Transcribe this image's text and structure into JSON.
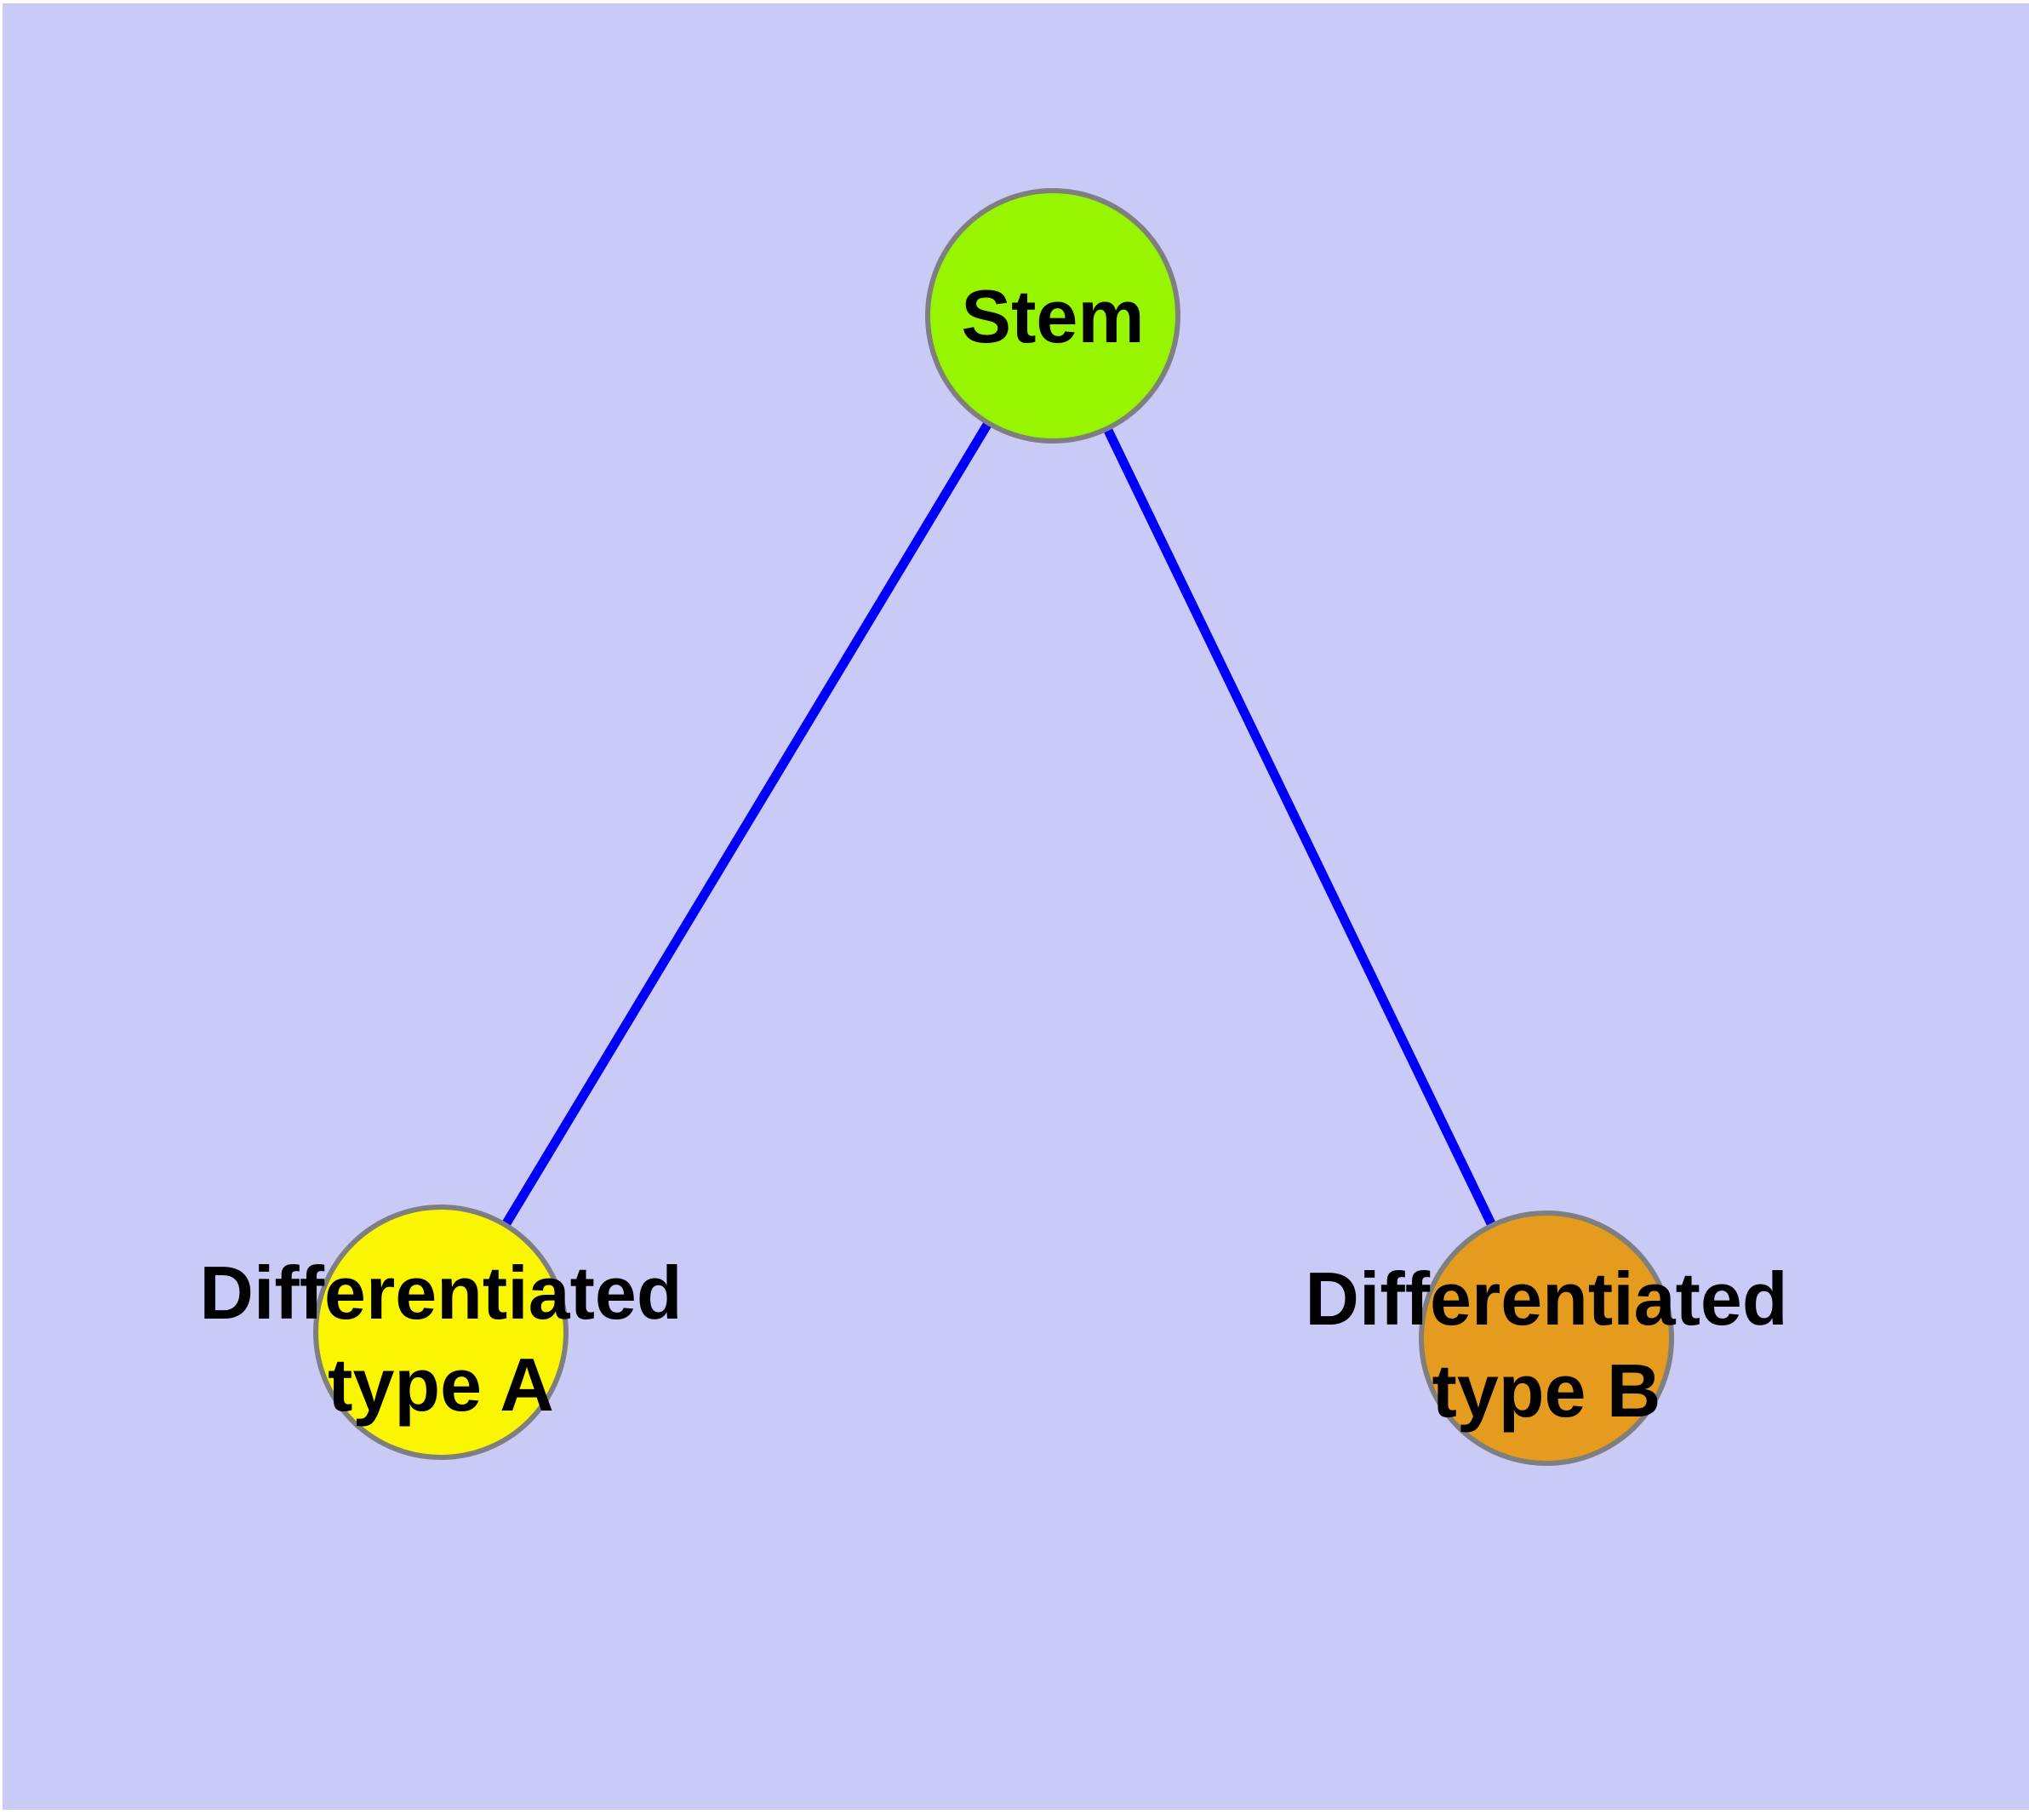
{
  "diagram": {
    "type": "node-link-graph",
    "colors": {
      "page_margin": "#FFFFFF",
      "background": "#CACAF6",
      "edge": "#0000FA",
      "node_border": "#7F7F7F",
      "label_text": "#000000"
    },
    "nodes": {
      "stem": {
        "label": "Stem",
        "fill": "#98F500"
      },
      "type_a": {
        "label_line1": "Differentiated",
        "label_line2": "type A",
        "fill": "#FAF500"
      },
      "type_b": {
        "label_line1": "Differentiated",
        "label_line2": "type B",
        "fill": "#E59B1E"
      }
    },
    "edges": [
      {
        "from": "Stem",
        "to": "Differentiated type A"
      },
      {
        "from": "Stem",
        "to": "Differentiated type B"
      }
    ]
  }
}
